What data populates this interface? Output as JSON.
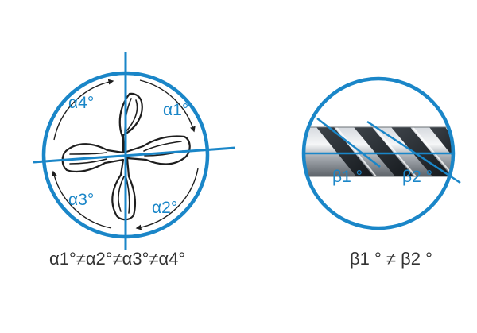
{
  "colors": {
    "accent": "#1a86c8",
    "outline": "#1e1e1e",
    "text": "#333333"
  },
  "left_figure": {
    "labels": {
      "a1": "α1°",
      "a2": "α2°",
      "a3": "α3°",
      "a4": "α4°"
    },
    "formula": "α1°≠α2°≠α3°≠α4°"
  },
  "right_figure": {
    "labels": {
      "b1": "β1 °",
      "b2": "β2 °"
    },
    "formula": "β1 ° ≠ β2 °"
  }
}
